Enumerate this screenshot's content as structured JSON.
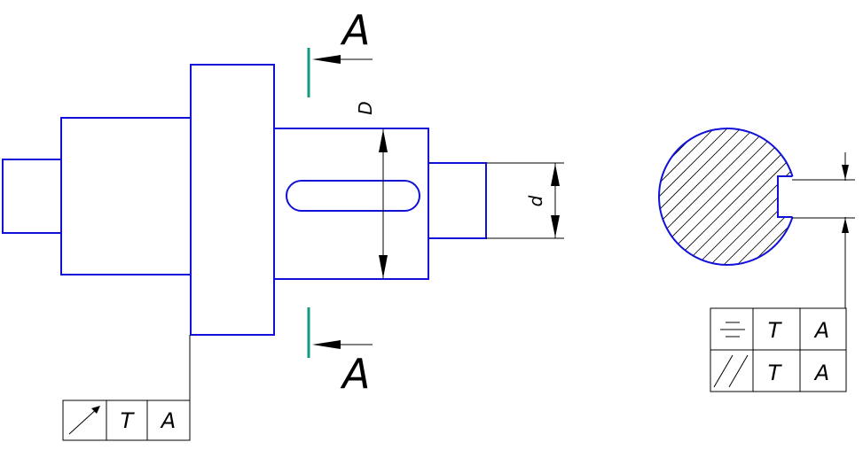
{
  "section": {
    "top_label": "A",
    "bottom_label": "A"
  },
  "dimensions": {
    "large_diameter": "D",
    "small_diameter": "d"
  },
  "runout_frame": {
    "symbol_icon": "runout-arrow-icon",
    "tolerance": "T",
    "datum": "A"
  },
  "symmetry_frame": {
    "symbol_icon": "symmetry-icon",
    "tolerance": "T",
    "datum": "A"
  },
  "parallelism_frame": {
    "symbol_icon": "parallelism-icon",
    "tolerance": "T",
    "datum": "A"
  },
  "colors": {
    "outline": "#1010d8",
    "section_mark": "#139a82",
    "annotation": "#000000"
  }
}
